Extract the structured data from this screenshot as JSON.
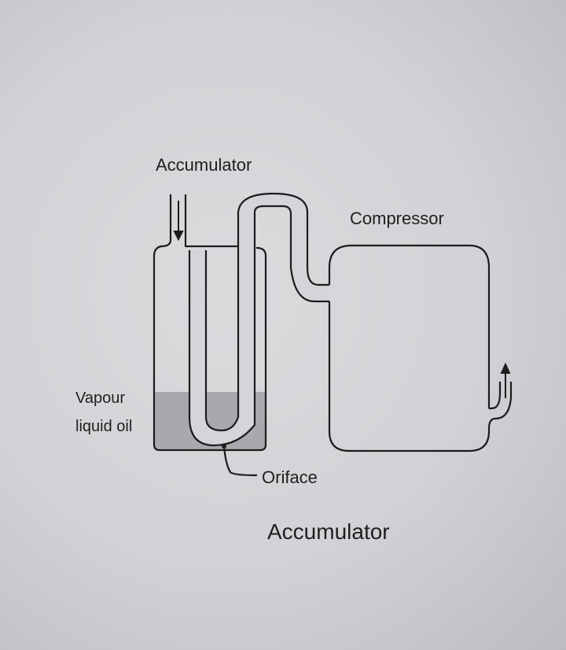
{
  "diagram": {
    "labels": {
      "accumulator_top": "Accumulator",
      "compressor": "Compressor",
      "vapour": "Vapour",
      "liquid_oil": "liquid oil",
      "orifice": "Oriface",
      "caption": "Accumulator"
    },
    "colors": {
      "line": "#1c1c1c",
      "liquid": "#a9a7ab",
      "background": "#d8d6da"
    }
  }
}
